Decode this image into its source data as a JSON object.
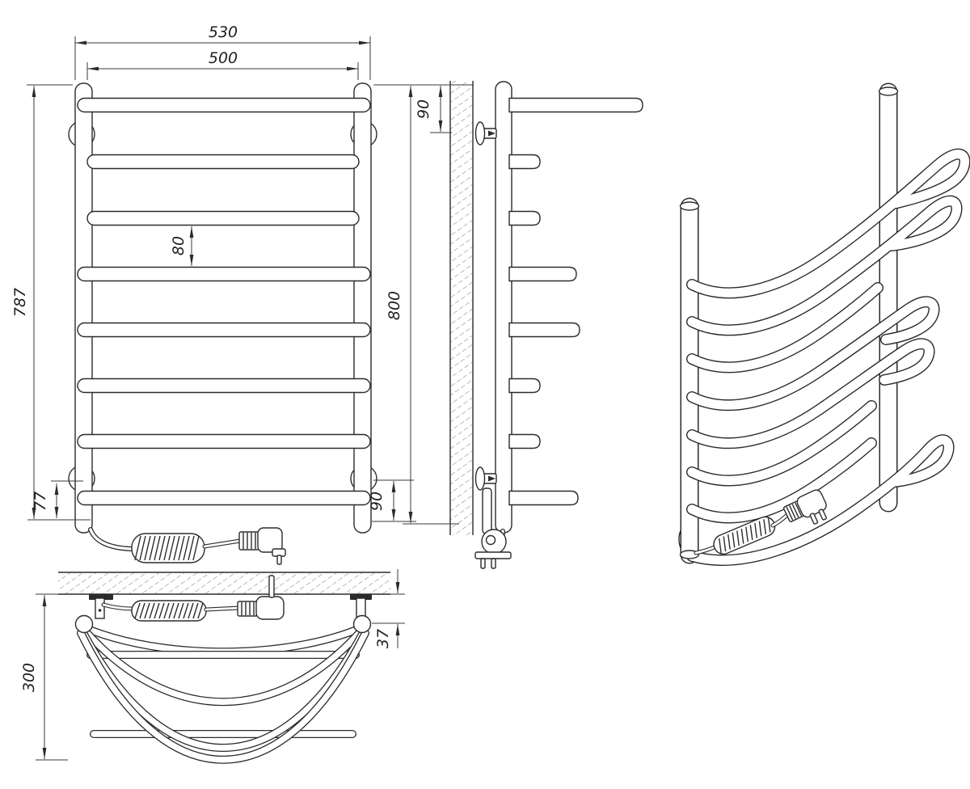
{
  "drawing_type": "towel-rail-technical-drawing",
  "colors": {
    "line": "#2b2b2b",
    "dimension": "#3a3a3a",
    "background": "#ffffff"
  },
  "dims": {
    "front": {
      "outer_width": "530",
      "inner_width": "500",
      "total_height": "787",
      "rung_gap": "80",
      "bottom_left_offset": "77",
      "bottom_right_offset": "90"
    },
    "side": {
      "top_wall_offset": "90",
      "mount_height": "800"
    },
    "top": {
      "depth": "300",
      "wall_clearance": "37"
    }
  }
}
